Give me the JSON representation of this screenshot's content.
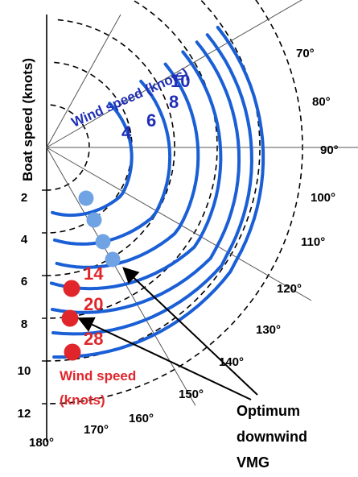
{
  "diagram": {
    "y_axis_title": "Boat speed (knots)",
    "radial_ticks": [
      "2",
      "4",
      "6",
      "8",
      "10",
      "12"
    ],
    "angle_labels": [
      "70°",
      "80°",
      "90°",
      "100°",
      "110°",
      "120°",
      "130°",
      "140°",
      "150°",
      "160°",
      "170°",
      "180°"
    ],
    "blue_speed_label": "Wind speed (knots)",
    "blue_curve_labels": [
      "4",
      "6",
      "8",
      "10"
    ],
    "red_curve_labels": [
      "14",
      "20",
      "28"
    ],
    "red_speed_label_line1": "Wind speed",
    "red_speed_label_line2": "(knots)",
    "annotation_line1": "Optimum",
    "annotation_line2": "downwind",
    "annotation_line3": "VMG",
    "colors": {
      "blue_curve": "#1a5fd6",
      "blue_text": "#1f2fb5",
      "red_text": "#e0262b",
      "blue_dot": "#6fa3e3",
      "red_dot": "#e0262b",
      "axis": "#000000"
    }
  }
}
